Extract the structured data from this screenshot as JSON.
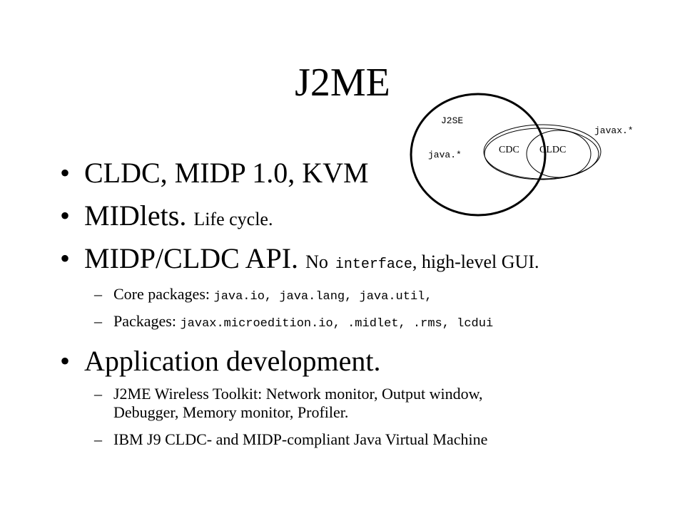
{
  "slide": {
    "title": "J2ME",
    "bullet_glyph": "•",
    "dash_glyph": "–",
    "bullets": [
      {
        "main": "CLDC, MIDP 1.0, KVM"
      },
      {
        "main": "MIDlets.",
        "tail": "Life cycle."
      },
      {
        "main": "MIDP/CLDC API.",
        "tail_pre": "No",
        "tail_code": "interface",
        "tail_post": ", high-level GUI."
      },
      {
        "main": "Application development."
      }
    ],
    "subbullets": {
      "core": {
        "label": "Core packages:",
        "code": "java.io, java.lang, java.util,"
      },
      "packages": {
        "label": "Packages:",
        "code": "javax.microedition.io, .midlet, .rms, lcdui"
      },
      "toolkit": {
        "line1": "J2ME Wireless Toolkit: Network monitor, Output window,",
        "line2": "Debugger, Memory monitor, Profiler."
      },
      "ibm": {
        "text": "IBM J9 CLDC- and MIDP-compliant Java Virtual Machine"
      }
    }
  },
  "diagram": {
    "labels": {
      "j2se": "J2SE",
      "java": "java.*",
      "javax": "javax.*",
      "cdc": "CDC",
      "cldc": "CLDC"
    }
  }
}
